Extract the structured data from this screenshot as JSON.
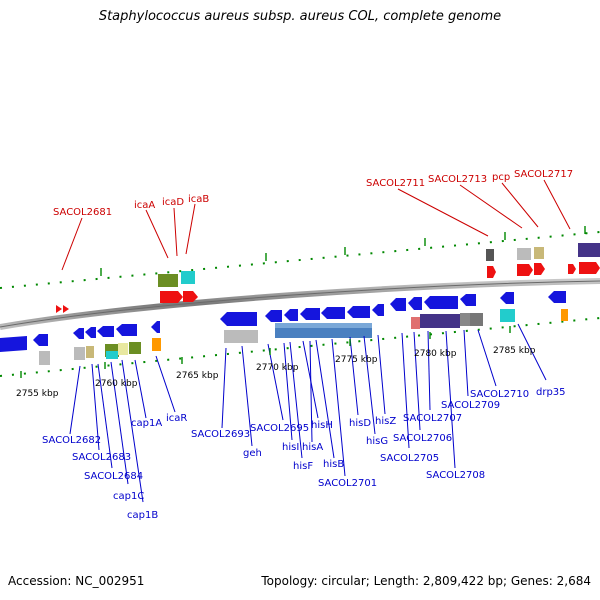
{
  "title": "Staphylococcus aureus subsp. aureus COL, complete genome",
  "footer": {
    "accession": "Accession: NC_002951",
    "summary": "Topology: circular; Length: 2,809,422 bp; Genes: 2,684"
  },
  "colors": {
    "forward_label": "#cc0000",
    "reverse_label": "#0000cc",
    "backbone": "#888888",
    "tick": "#008800"
  },
  "kbp_ticks": [
    {
      "label": "2755 kbp",
      "x": 2755.0
    },
    {
      "label": "2760 kbp",
      "x": 2760.0
    },
    {
      "label": "2765 kbp",
      "x": 2765.0
    },
    {
      "label": "2770 kbp",
      "x": 2770.0
    },
    {
      "label": "2775 kbp",
      "x": 2775.0
    },
    {
      "label": "2780 kbp",
      "x": 2780.0
    },
    {
      "label": "2785 kbp",
      "x": 2785.0
    }
  ],
  "forward_genes": [
    "SACOL2681",
    "icaA",
    "icaD",
    "icaB",
    "SACOL2711",
    "SACOL2713",
    "pcp",
    "SACOL2717"
  ],
  "reverse_genes": [
    "SACOL2682",
    "SACOL2683",
    "SACOL2684",
    "cap1C",
    "cap1B",
    "cap1A",
    "icaR",
    "SACOL2693",
    "geh",
    "SACOL2695",
    "hisI",
    "hisF",
    "hisH",
    "hisA",
    "hisB",
    "SACOL2701",
    "hisD",
    "hisG",
    "hisZ",
    "SACOL2705",
    "SACOL2706",
    "SACOL2707",
    "SACOL2708",
    "SACOL2709",
    "SACOL2710",
    "drp35"
  ]
}
